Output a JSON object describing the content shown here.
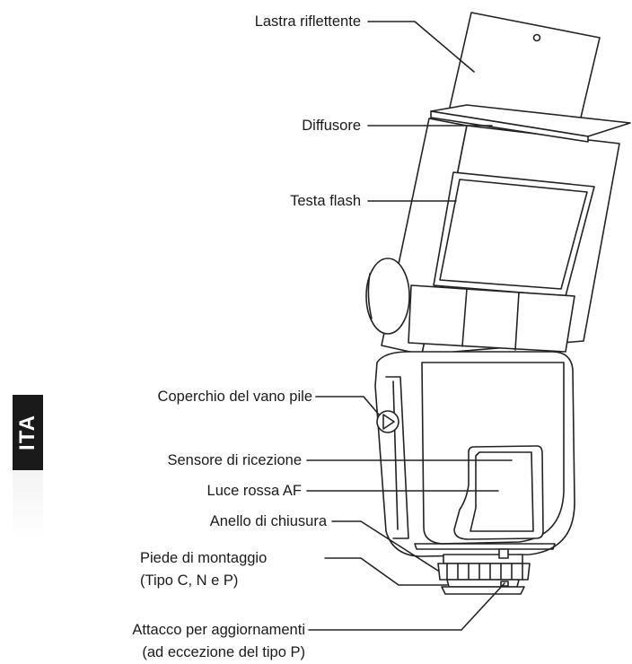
{
  "language_tab": "ITA",
  "labels": {
    "reflector": "Lastra riflettente",
    "diffuser": "Diffusore",
    "flash_head": "Testa flash",
    "battery_cover": "Coperchio del vano pile",
    "receiver_sensor": "Sensore di ricezione",
    "af_red_light": "Luce rossa AF",
    "lock_ring": "Anello di chiusura",
    "mounting_foot": "Piede di montaggio",
    "mounting_foot_note": "(Tipo C, N e P)",
    "update_port": "Attacco per aggiornamenti",
    "update_port_note": "(ad eccezione del tipo P)"
  },
  "colors": {
    "line": "#222222",
    "body_fill": "#ffffff",
    "tab": "#1a1a1a"
  }
}
